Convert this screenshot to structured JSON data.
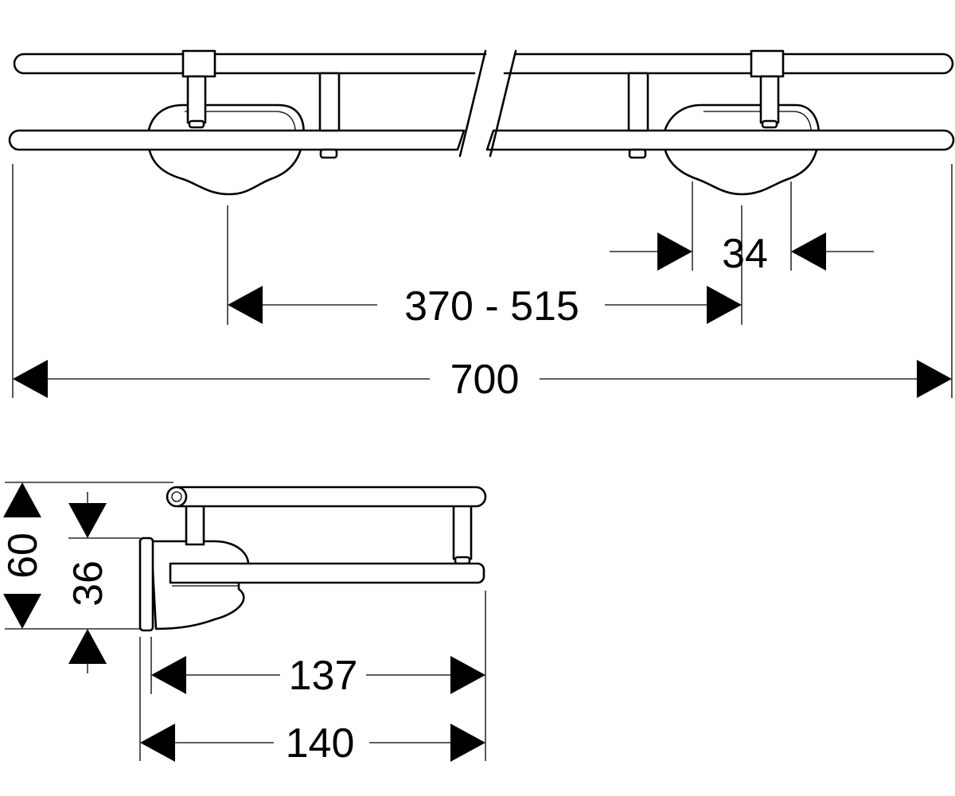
{
  "dimensions": {
    "overall_length": "700",
    "bracket_spacing": "370 - 515",
    "bracket_width": "34",
    "depth_outer": "140",
    "depth_shelf": "137",
    "height_total": "60",
    "height_rail": "36"
  },
  "colors": {
    "line": "#000000",
    "background": "#ffffff"
  }
}
